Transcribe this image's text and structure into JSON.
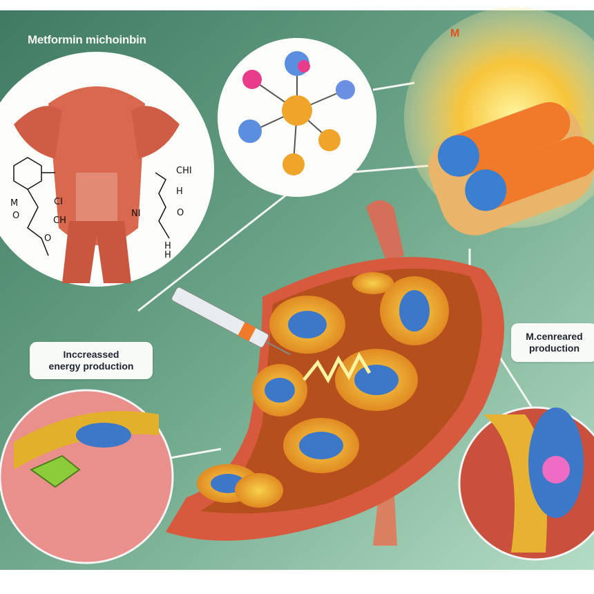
{
  "title": "Metformin michoinbin",
  "labels": {
    "left": [
      "Inccreassed",
      "energy production"
    ],
    "right": [
      "M.cenreared",
      "production"
    ]
  },
  "pill_letter": "M",
  "chem_labels": [
    "CI",
    "M",
    "O",
    "CH",
    "O",
    "NI",
    "CHI",
    "H",
    "O",
    "H",
    "H"
  ],
  "colors": {
    "background": "#5f9c7f",
    "muscle": "#d9634a",
    "mitochondria_fill": "#f0b22c",
    "nucleus": "#3d78c8",
    "pill_orange": "#f07a2a",
    "pill_blue": "#3a7fd0",
    "spark": "#f7e23a"
  }
}
